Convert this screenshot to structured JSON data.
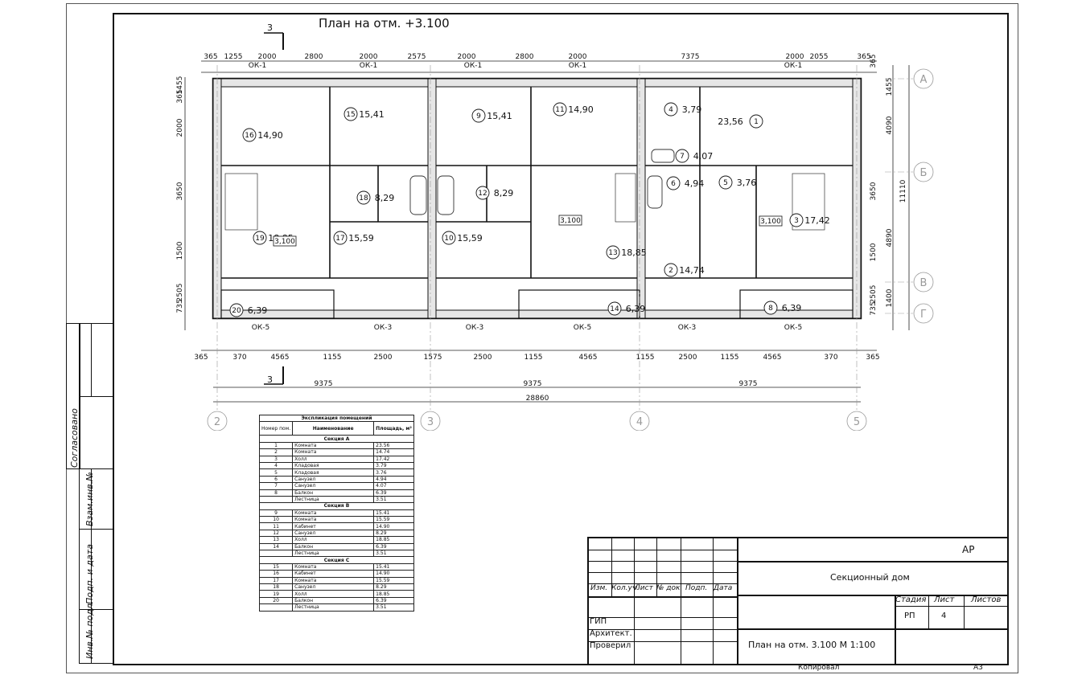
{
  "drawing": {
    "title": "План на отм. +3.100",
    "section_mark": "3"
  },
  "dims_top": [
    "365",
    "1255",
    "2000",
    "2800",
    "2000",
    "2575",
    "2000",
    "2800",
    "2000",
    "7375",
    "2000",
    "2055",
    "365"
  ],
  "dims_bottom_1": [
    "365",
    "370",
    "4565",
    "1155",
    "2500",
    "1575",
    "2500",
    "1155",
    "4565",
    "1155",
    "2500",
    "1155",
    "4565",
    "370",
    "365"
  ],
  "dims_bottom_2": [
    "9375",
    "9375",
    "9375"
  ],
  "dims_total": "28860",
  "dims_left": [
    "1455",
    "365",
    "2000",
    "3650",
    "1500",
    "2505",
    "735"
  ],
  "dims_right": [
    "365",
    "1455",
    "4090",
    "3650",
    "4890",
    "1500",
    "2505",
    "1400",
    "735",
    "11110"
  ],
  "grid_axes_x": [
    "2",
    "3",
    "4",
    "5"
  ],
  "grid_axes_y": [
    "А",
    "Б",
    "В",
    "Г"
  ],
  "windows": [
    "ОК-1",
    "ОК-1",
    "ОК-1",
    "ОК-1",
    "ОК-1",
    "ОК-5",
    "ОК-3",
    "ОК-3",
    "ОК-5",
    "ОК-3",
    "ОК-5"
  ],
  "rooms": [
    {
      "n": "1",
      "area": "23,56"
    },
    {
      "n": "2",
      "area": "14,74"
    },
    {
      "n": "3",
      "area": "17,42"
    },
    {
      "n": "4",
      "area": "3,79"
    },
    {
      "n": "5",
      "area": "3,76"
    },
    {
      "n": "6",
      "area": "4,94"
    },
    {
      "n": "7",
      "area": "4,07"
    },
    {
      "n": "8",
      "area": "6,39"
    },
    {
      "n": "9",
      "area": "15,41"
    },
    {
      "n": "10",
      "area": "15,59"
    },
    {
      "n": "11",
      "area": "14,90"
    },
    {
      "n": "12",
      "area": "8,29"
    },
    {
      "n": "13",
      "area": "18,85"
    },
    {
      "n": "14",
      "area": "6,39"
    },
    {
      "n": "15",
      "area": "15,41"
    },
    {
      "n": "16",
      "area": "14,90"
    },
    {
      "n": "17",
      "area": "15,59"
    },
    {
      "n": "18",
      "area": "8,29"
    },
    {
      "n": "19",
      "area": "18,85"
    },
    {
      "n": "20",
      "area": "6,39"
    }
  ],
  "stair_levels": [
    "3,100",
    "3,100",
    "3,100"
  ],
  "explication": {
    "title": "Экспликация помещений",
    "headers": [
      "Номер пом.",
      "Наименование",
      "Площадь, м²"
    ],
    "sections": [
      {
        "name": "Секция А",
        "rows": [
          [
            "1",
            "Комната",
            "23.56"
          ],
          [
            "2",
            "Комната",
            "14.74"
          ],
          [
            "3",
            "Холл",
            "17.42"
          ],
          [
            "4",
            "Кладовая",
            "3.79"
          ],
          [
            "5",
            "Кладовая",
            "3.76"
          ],
          [
            "6",
            "Санузел",
            "4.94"
          ],
          [
            "7",
            "Санузел",
            "4.07"
          ],
          [
            "8",
            "Балкон",
            "6.39"
          ],
          [
            "",
            "Лестница",
            "3.51"
          ]
        ]
      },
      {
        "name": "Секция В",
        "rows": [
          [
            "9",
            "Комната",
            "15.41"
          ],
          [
            "10",
            "Комната",
            "15.59"
          ],
          [
            "11",
            "Кабинет",
            "14.90"
          ],
          [
            "12",
            "Санузел",
            "8.29"
          ],
          [
            "13",
            "Холл",
            "18.85"
          ],
          [
            "14",
            "Балкон",
            "6.39"
          ],
          [
            "",
            "Лестница",
            "3.51"
          ]
        ]
      },
      {
        "name": "Секция С",
        "rows": [
          [
            "15",
            "Комната",
            "15.41"
          ],
          [
            "16",
            "Кабинет",
            "14.90"
          ],
          [
            "17",
            "Комната",
            "15.59"
          ],
          [
            "18",
            "Санузел",
            "8.29"
          ],
          [
            "19",
            "Холл",
            "18.85"
          ],
          [
            "20",
            "Балкон",
            "6.39"
          ],
          [
            "",
            "Лестница",
            "3.51"
          ]
        ]
      }
    ]
  },
  "stamp": {
    "code": "АР",
    "object": "Секционный дом",
    "sheet_title": "План на отм. 3.100 М 1:100",
    "cols": [
      "Изм.",
      "Кол.уч.",
      "Лист",
      "№ док.",
      "Подп.",
      "Дата"
    ],
    "roles": [
      "ГИП",
      "Архитект.",
      "Проверил"
    ],
    "stage_head": [
      "Стадия",
      "Лист",
      "Листов"
    ],
    "stage": "РП",
    "sheet": "4",
    "copied": "Копировал",
    "format": "А3"
  },
  "side": {
    "agreed": "Согласовано",
    "inv_repl": "Взам.инв.№",
    "sign_date": "Подп. и дата",
    "inv_orig": "Инв.№ подл."
  }
}
